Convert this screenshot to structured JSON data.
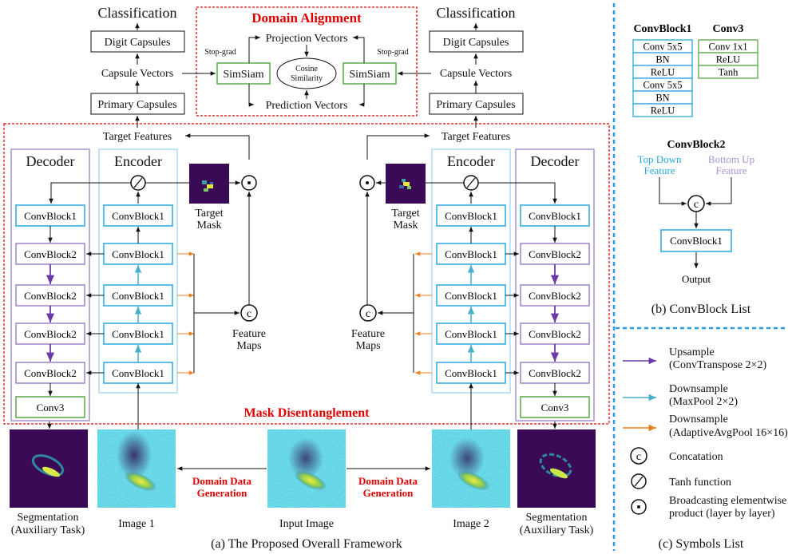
{
  "left": {
    "classification": "Classification",
    "digit_capsules": "Digit Capsules",
    "capsule_vectors": "Capsule Vectors",
    "primary_capsules": "Primary Capsules",
    "target_features": "Target Features",
    "decoder": "Decoder",
    "encoder": "Encoder",
    "target_mask": [
      "Target",
      "Mask"
    ],
    "feature_maps": [
      "Feature",
      "Maps"
    ],
    "dec_blocks": [
      "ConvBlock1",
      "ConvBlock2",
      "ConvBlock2",
      "ConvBlock2",
      "ConvBlock2",
      "Conv3"
    ],
    "enc_blocks": [
      "ConvBlock1",
      "ConvBlock1",
      "ConvBlock1",
      "ConvBlock1",
      "ConvBlock1"
    ]
  },
  "right": {
    "classification": "Classification",
    "digit_capsules": "Digit Capsules",
    "capsule_vectors": "Capsule Vectors",
    "primary_capsules": "Primary Capsules",
    "target_features": "Target Features",
    "decoder": "Decoder",
    "encoder": "Encoder",
    "target_mask": [
      "Target",
      "Mask"
    ],
    "feature_maps": [
      "Feature",
      "Maps"
    ],
    "dec_blocks": [
      "ConvBlock1",
      "ConvBlock2",
      "ConvBlock2",
      "ConvBlock2",
      "ConvBlock2",
      "Conv3"
    ],
    "enc_blocks": [
      "ConvBlock1",
      "ConvBlock1",
      "ConvBlock1",
      "ConvBlock1",
      "ConvBlock1"
    ]
  },
  "domain_alignment": {
    "title": "Domain Alignment",
    "projection": "Projection Vectors",
    "prediction": "Prediction Vectors",
    "simsiam": "SimSiam",
    "stop_grad": "Stop-grad",
    "cosine": [
      "Cosine",
      "Similarity"
    ]
  },
  "mask_disentanglement": "Mask Disentanglement",
  "domain_data_generation": [
    "Domain Data",
    "Generation"
  ],
  "bottom_labels": {
    "seg_left": [
      "Segmentation",
      "(Auxiliary Task)"
    ],
    "image1": "Image 1",
    "input": "Input Image",
    "image2": "Image 2",
    "seg_right": [
      "Segmentation",
      "(Auxiliary Task)"
    ]
  },
  "caption_a": "(a)  The Proposed Overall Framework",
  "convblock_list": {
    "cb1_title": "ConvBlock1",
    "cb1_items": [
      "Conv 5x5",
      "BN",
      "ReLU",
      "Conv 5x5",
      "BN",
      "ReLU"
    ],
    "conv3_title": "Conv3",
    "conv3_items": [
      "Conv 1x1",
      "ReLU",
      "Tanh"
    ],
    "cb2_title": "ConvBlock2",
    "top_down": [
      "Top Down",
      "Feature"
    ],
    "bottom_up": [
      "Bottom Up",
      "Feature"
    ],
    "cb2_block": "ConvBlock1",
    "output": "Output",
    "caption": "(b)  ConvBlock List"
  },
  "symbols": {
    "upsample": [
      "Upsample",
      "(ConvTranspose 2×2)"
    ],
    "down_max": [
      "Downsample",
      "(MaxPool 2×2)"
    ],
    "down_avg": [
      "Downsample",
      "(AdaptiveAvgPool 16×16)"
    ],
    "concat": "Concatation",
    "tanh": "Tanh function",
    "broadcast": [
      "Broadcasting elementwise",
      "product (layer by layer)"
    ],
    "caption": "(c)  Symbols List",
    "c_glyph": "c"
  },
  "colors": {
    "cyan": "#29a8e0",
    "purple": "#9b82c8",
    "green": "#5aa84a",
    "red": "#e00000",
    "up_arrow": "#6a3aa8",
    "down_max": "#46b0cc",
    "down_avg": "#ee8020",
    "dashed_blue": "#2b9be6"
  }
}
